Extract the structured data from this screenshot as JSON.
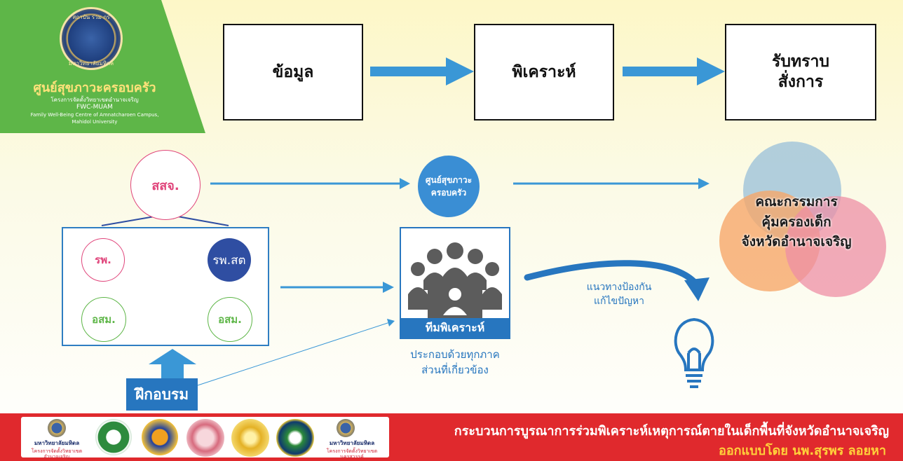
{
  "org": {
    "seal_text": "สถาบัน ร่วม กร",
    "seal_bottom_text": "มหาวิทยาลัยมหิดล",
    "name": "ศูนย์สุขภาวะครอบครัว",
    "project": "โครงการจัดตั้งวิทยาเขตอำนาจเจริญ",
    "abbr": "FWC-MUAM",
    "english_1": "Family Well-Being Centre of Amnatcharoen Campus,",
    "english_2": "Mahidol University"
  },
  "steps": {
    "data": "ข้อมูล",
    "analyze": "พิเคราะห์",
    "acknowledge_1": "รับทราบ",
    "acknowledge_2": "สั่งการ"
  },
  "nodes": {
    "provincial_health_office": "สสจ.",
    "hospital": "รพ.",
    "subdistrict_hospital": "รพ.สต",
    "vhv_left": "อสม.",
    "vhv_right": "อสม.",
    "family_centre_1": "ศูนย์สุขภาวะ",
    "family_centre_2": "ครอบครัว",
    "committee_1": "คณะกรรมการ",
    "committee_2": "คุ้มครองเด็ก",
    "committee_3": "จังหวัดอำนาจเจริญ",
    "team_label": "ทีมพิเคราะห์",
    "team_desc_1": "ประกอบด้วยทุกภาค",
    "team_desc_2": "ส่วนที่เกี่ยวข้อง",
    "guidance_1": "แนวทางป้องกัน",
    "guidance_2": "แก้ไขปัญหา",
    "training": "ฝึกอบรม"
  },
  "footer": {
    "logo_caption_left_1": "มหาวิทยาลัยมหิดล",
    "logo_caption_left_2": "โครงการจัดตั้งวิทยาเขตอำนาจเจริญ",
    "logo_caption_right_1": "มหาวิทยาลัยมหิดล",
    "logo_caption_right_2": "โครงการจัดตั้งวิทยาเขตนครสวรรค์",
    "title": "กระบวนการบูรณาการร่วมพิเคราะห์เหตุการณ์ตายในเด็กพื้นที่จังหวัดอำนาจเจริญ",
    "author": "ออกแบบโดย นพ.สุรพร ลอยหา"
  },
  "colors": {
    "arrow_blue": "#3a97d6",
    "green": "#5eb648",
    "red": "#e0292d",
    "pink": "#e0457b",
    "navy": "#2f4ea2"
  }
}
